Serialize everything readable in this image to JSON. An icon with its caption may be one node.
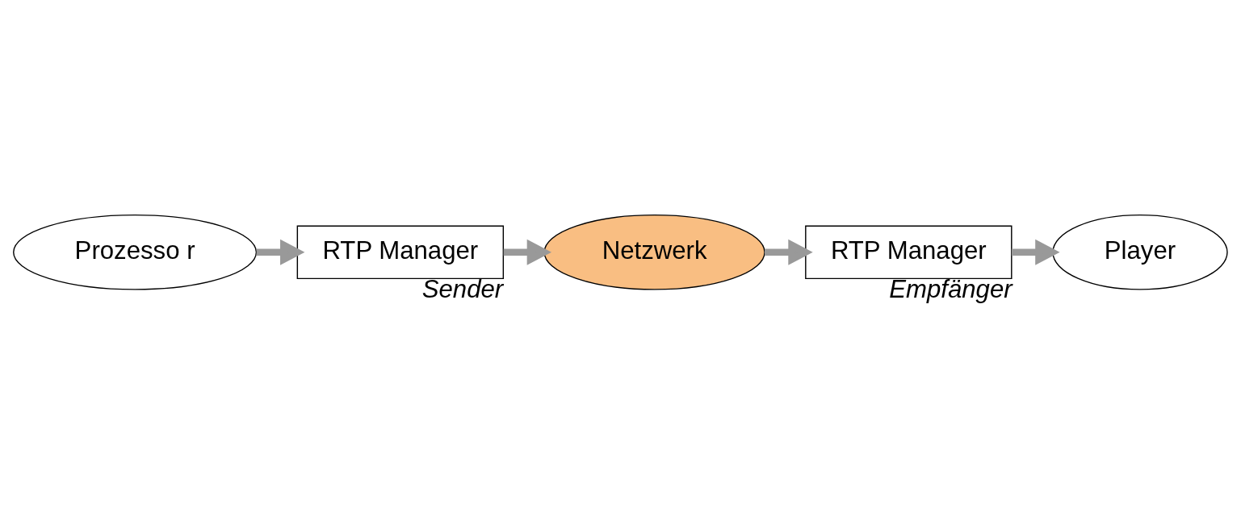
{
  "diagram": {
    "nodes": [
      {
        "text": [
          "Prozesso r"
        ]
      },
      {
        "text": [
          "RTP Manager"
        ],
        "beside": [
          "Sender"
        ]
      },
      {
        "text": [
          "Netzwerk"
        ]
      },
      {
        "text": [
          "RTP Manager"
        ],
        "beside": [
          "Empfänger"
        ]
      },
      {
        "text": [
          "Player"
        ]
      }
    ],
    "edges": [
      {
        "from": 0,
        "to": 1,
        "arrow": "to"
      },
      {
        "from": 1,
        "to": 2,
        "arrow": "to"
      },
      {
        "from": 2,
        "to": 3,
        "arrow": "to"
      },
      {
        "from": 3,
        "to": 4,
        "arrow": "to"
      }
    ]
  }
}
